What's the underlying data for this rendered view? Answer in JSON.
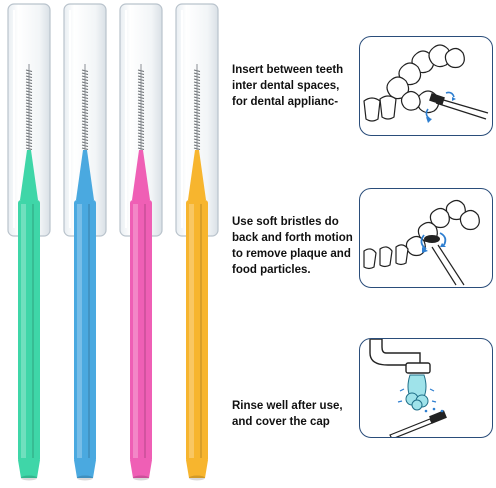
{
  "colors": {
    "brush_green": "#3fd6a8",
    "brush_blue": "#4aa9e0",
    "brush_pink": "#ef5fb5",
    "brush_yellow": "#f7b52e",
    "panel_border": "#2a4d7a",
    "text": "#111111"
  },
  "brushes": [
    {
      "name": "green-interdental-brush",
      "color": "#3fd6a8"
    },
    {
      "name": "blue-interdental-brush",
      "color": "#4aa9e0"
    },
    {
      "name": "pink-interdental-brush",
      "color": "#ef5fb5"
    },
    {
      "name": "yellow-interdental-brush",
      "color": "#f7b52e"
    }
  ],
  "steps": [
    {
      "lines": [
        "Insert between teeth",
        "inter dental spaces,",
        "for dental applianc-"
      ],
      "icon": "brush-between-teeth-illustration"
    },
    {
      "lines": [
        "Use soft bristles do",
        "back and forth motion",
        "to remove plaque and",
        "food particles."
      ],
      "icon": "back-and-forth-brushing-illustration"
    },
    {
      "lines": [
        "Rinse well after use,",
        "and cover the cap"
      ],
      "icon": "rinse-under-tap-illustration"
    }
  ]
}
